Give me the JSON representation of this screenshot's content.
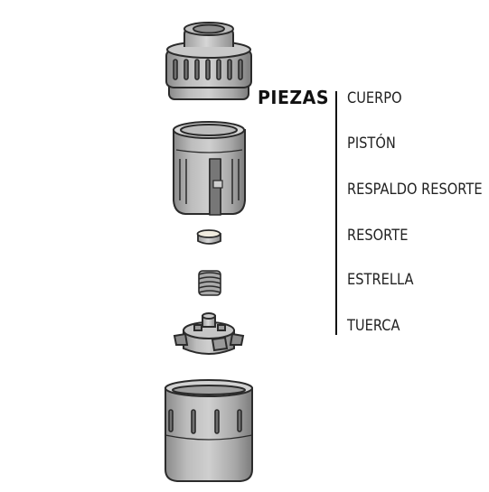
{
  "diagram": {
    "title": "PIEZAS",
    "parts": [
      "CUERPO",
      "PISTÓN",
      "RESPALDO RESORTE",
      "RESORTE",
      "ESTRELLA",
      "TUERCA"
    ]
  }
}
